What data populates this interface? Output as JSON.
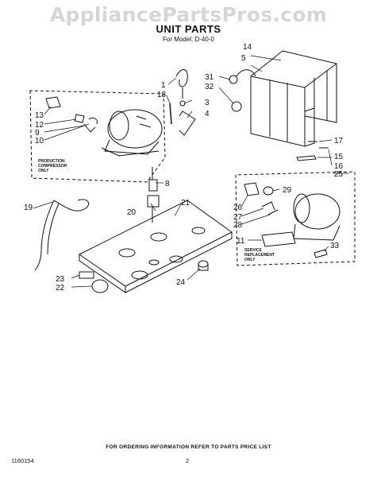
{
  "watermark": "AppliancePartsPros.com",
  "title": "UNIT PARTS",
  "model": "For Model: D-40-0",
  "footer": "FOR ORDERING INFORMATION REFER TO PARTS PRICE LIST",
  "doc_number": "1160154",
  "page_number": "2",
  "notes": {
    "production_1": "PRODUCTION",
    "production_2": "COMPRESSOR",
    "production_3": "ONLY",
    "service_1": "SERVICE",
    "service_2": "REPLACEMENT",
    "service_3": "ONLY"
  },
  "callouts": {
    "c1": "1",
    "c3": "3",
    "c4": "4",
    "c5": "5",
    "c8": "8",
    "c9": "9",
    "c10": "10",
    "c11": "11",
    "c12": "12",
    "c13": "13",
    "c14": "14",
    "c15": "15",
    "c16": "16",
    "c17": "17",
    "c18": "18",
    "c19": "19",
    "c20": "20",
    "c21": "21",
    "c22": "22",
    "c23": "23",
    "c24": "24",
    "c25": "25",
    "c26": "26",
    "c27": "27",
    "c28": "28",
    "c29": "29",
    "c31": "31",
    "c32": "32",
    "c33": "33"
  }
}
